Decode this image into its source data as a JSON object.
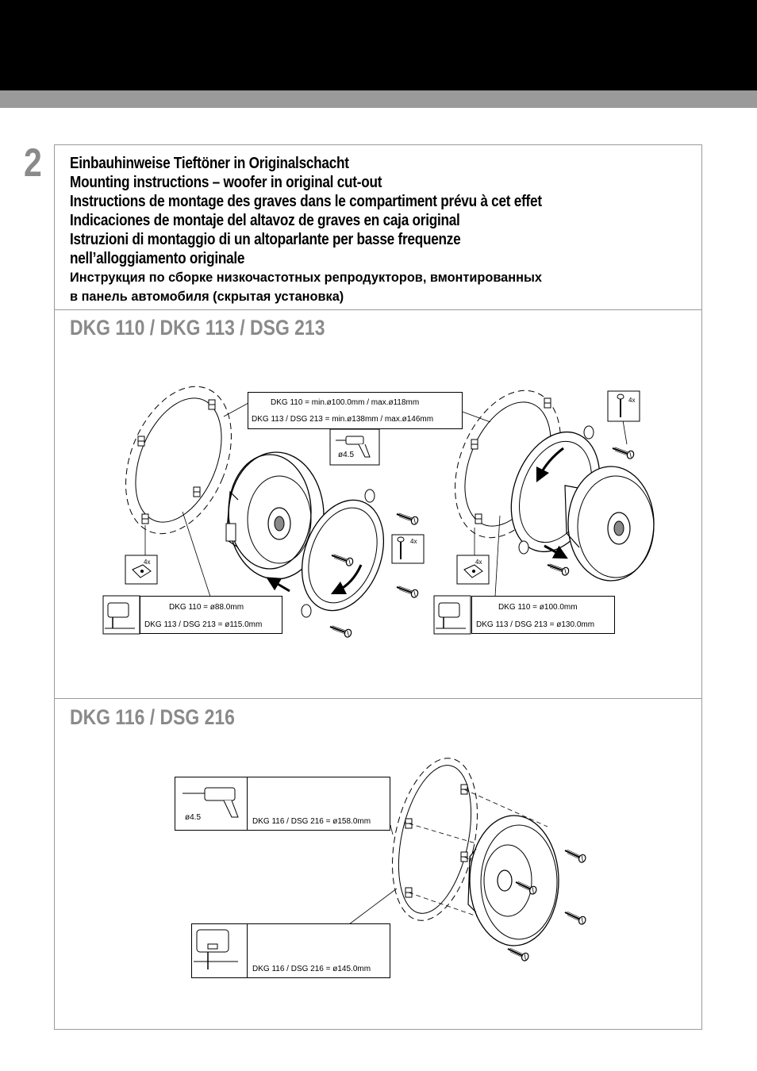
{
  "step": {
    "number": "2"
  },
  "headings": {
    "de": "Einbauhinweise Tieftöner in Originalschacht",
    "en": "Mounting instructions – woofer in original cut-out",
    "fr": "Instructions de montage des graves dans le compartiment prévu à cet effet",
    "es": "Indicaciones de montaje del altavoz de graves en caja original",
    "it_1": "Istruzioni di montaggio di un altoparlante per basse frequenze",
    "it_2": "nell’alloggiamento originale",
    "ru_1": "Инструкция по сборке низкочастотных репродукторов, вмонтированных",
    "ru_2": "в панель автомобиля (скрытая установка)"
  },
  "section1": {
    "title": "DKG 110 / DKG 113 / DSG 213",
    "top_spec": {
      "line1": "DKG 110 = min.ø100.0mm / max.ø118mm",
      "line2": "DKG 113 / DSG 213 = min.ø138mm / max.ø146mm"
    },
    "drill_label": "ø4.5",
    "left_clip_qty": "4x",
    "screw_qty_center": "4x",
    "right_clip_qty": "4x",
    "right_screw_qty": "4x",
    "left_cut_spec": {
      "line1": "DKG 110 = ø88.0mm",
      "line2": "DKG 113 / DSG 213 = ø115.0mm"
    },
    "right_cut_spec": {
      "line1": "DKG 110 = ø100.0mm",
      "line2": "DKG 113 / DSG 213 = ø130.0mm"
    }
  },
  "section2": {
    "title": "DKG 116 / DSG 216",
    "drill_label": "ø4.5",
    "drill_spec": "DKG 116 / DSG 216 = ø158.0mm",
    "saw_spec": "DKG 116 / DSG 216 = ø145.0mm"
  }
}
